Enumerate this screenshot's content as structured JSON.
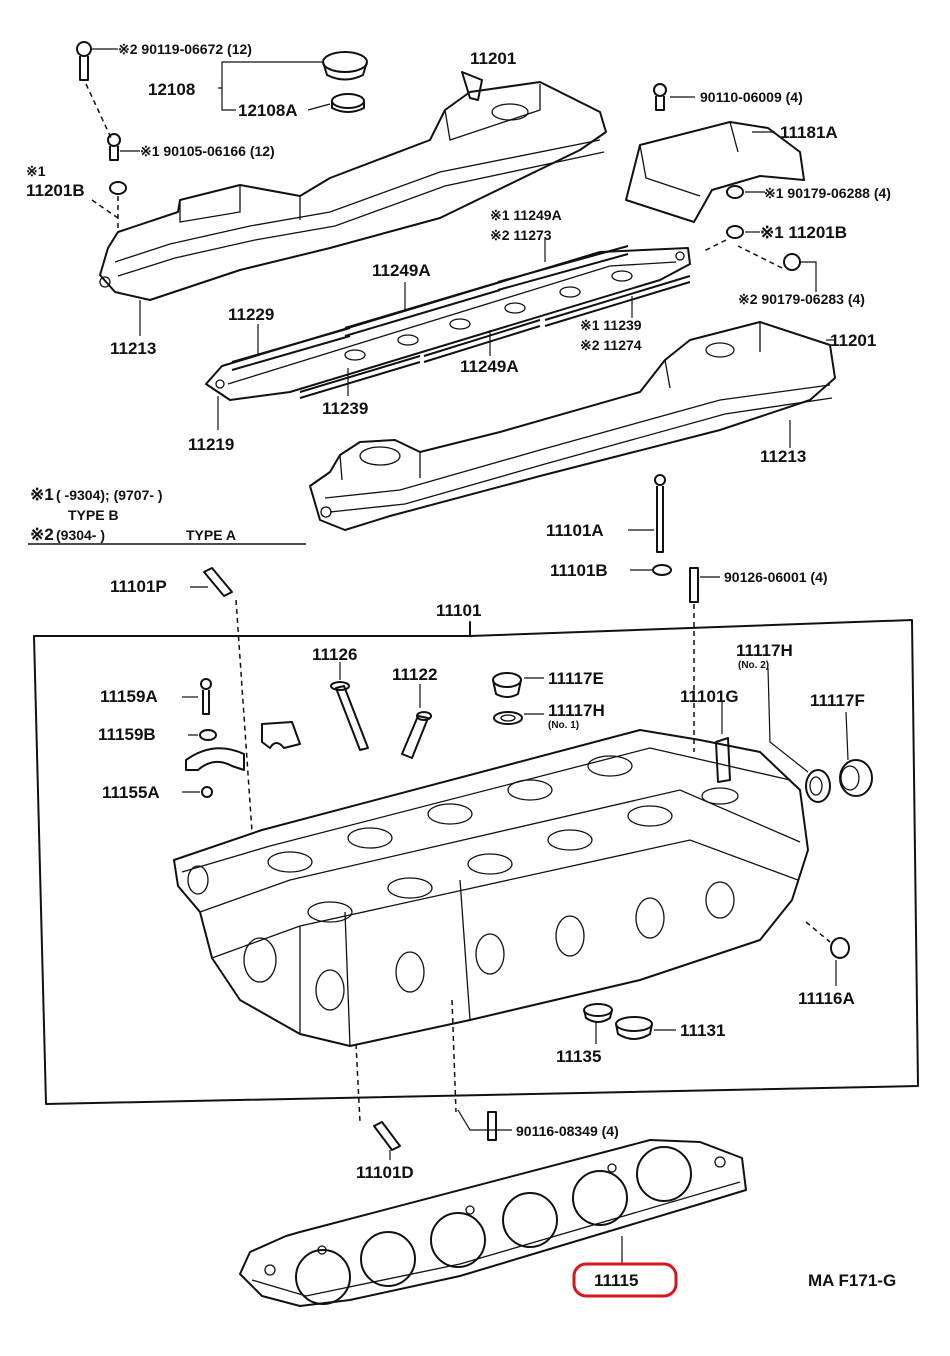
{
  "diagram": {
    "code": "MA F171-G",
    "highlight_color": "#d8141c",
    "highlighted_part": "11115",
    "legend": {
      "note1_mark": "※1",
      "note1_range": "(          -9304); (9707-          )",
      "note1_type": "TYPE B",
      "note2_mark": "※2",
      "note2_range": "(9304-          )",
      "note2_type": "TYPE A"
    },
    "labels": {
      "p_90119_06672": "※2 90119-06672 (12)",
      "p_12108": "12108",
      "p_12108A": "12108A",
      "p_11201_top": "11201",
      "p_90105_06166": "※1 90105-06166 (12)",
      "p_11201B_left_mark": "※1",
      "p_11201B_left": "11201B",
      "p_11213_left": "11213",
      "p_11249A_top": "※1 11249A",
      "p_11273": "※2 11273",
      "p_11249A_mid": "11249A",
      "p_11229": "11229",
      "p_11239_right": "※1 11239",
      "p_11274": "※2 11274",
      "p_11249A_low": "11249A",
      "p_11239_low": "11239",
      "p_11219": "11219",
      "p_90110_06009": "90110-06009 (4)",
      "p_11181A": "11181A",
      "p_90179_06288": "※1 90179-06288 (4)",
      "p_11201B_right": "※1 11201B",
      "p_90179_06283": "※2 90179-06283 (4)",
      "p_11201_right": "11201",
      "p_11213_right": "11213",
      "p_11101A": "11101A",
      "p_11101B": "11101B",
      "p_90126_06001": "90126-06001 (4)",
      "p_11101P": "11101P",
      "p_11101": "11101",
      "p_11126": "11126",
      "p_11122": "11122",
      "p_11117E": "11117E",
      "p_11117H_no1": "11117H",
      "p_11117H_no1_sub": "(No. 1)",
      "p_11117H_no2": "11117H",
      "p_11117H_no2_sub": "(No. 2)",
      "p_11101G": "11101G",
      "p_11117F": "11117F",
      "p_11159A": "11159A",
      "p_11159B": "11159B",
      "p_11155A": "11155A",
      "p_11116A": "11116A",
      "p_11131": "11131",
      "p_11135": "11135",
      "p_90116_08349": "90116-08349 (4)",
      "p_11101D": "11101D",
      "p_11115": "11115"
    }
  }
}
